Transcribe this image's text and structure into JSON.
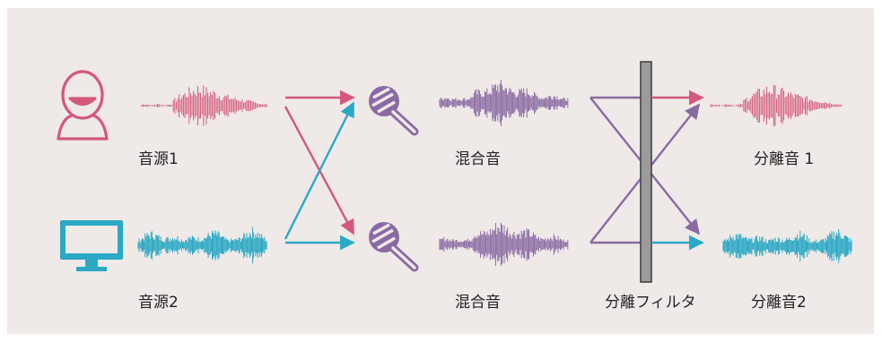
{
  "labels": {
    "source1": "音源1",
    "source2": "音源2",
    "mixed_top": "混合音",
    "mixed_bottom": "混合音",
    "separation_filter": "分離フィルタ",
    "separated1": "分離音 1",
    "separated2": "分離音2"
  },
  "colors": {
    "background": "#efe9e7",
    "source1": "#d4587a",
    "source2": "#2aa8c4",
    "mixed": "#8a6aa3",
    "filter_fill": "#9b9b9b",
    "filter_stroke": "#444444"
  },
  "icons": {
    "source1": "person-speaking-icon",
    "source2": "monitor-icon",
    "microphone": "microphone-icon"
  }
}
